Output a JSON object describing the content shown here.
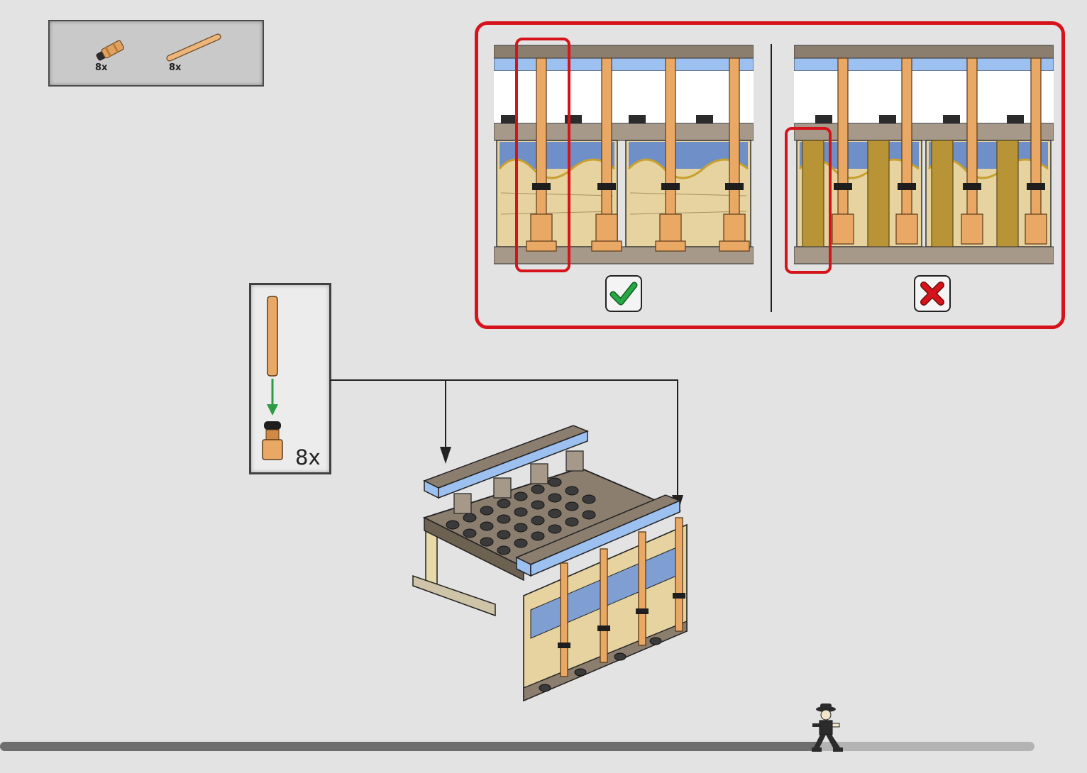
{
  "parts_list": {
    "items": [
      {
        "name": "bar-holder-with-clip",
        "quantity": "8x"
      },
      {
        "name": "bar-rod",
        "quantity": "8x"
      }
    ]
  },
  "sub_assembly": {
    "quantity": "8x"
  },
  "comparison": {
    "correct_icon": "checkmark-icon",
    "incorrect_icon": "cross-icon",
    "colors": {
      "frame": "#d6131b",
      "correct": "#27a844",
      "incorrect": "#d6131b"
    }
  },
  "progress": {
    "fraction": 0.79
  },
  "colors": {
    "background": "#e3e3e3",
    "tan": "#e8a865",
    "dark_tan": "#8c7e6e",
    "sky_blue": "#9cc0f0",
    "sand": "#e8d9a8",
    "stud_dark": "#3a3a3a"
  }
}
